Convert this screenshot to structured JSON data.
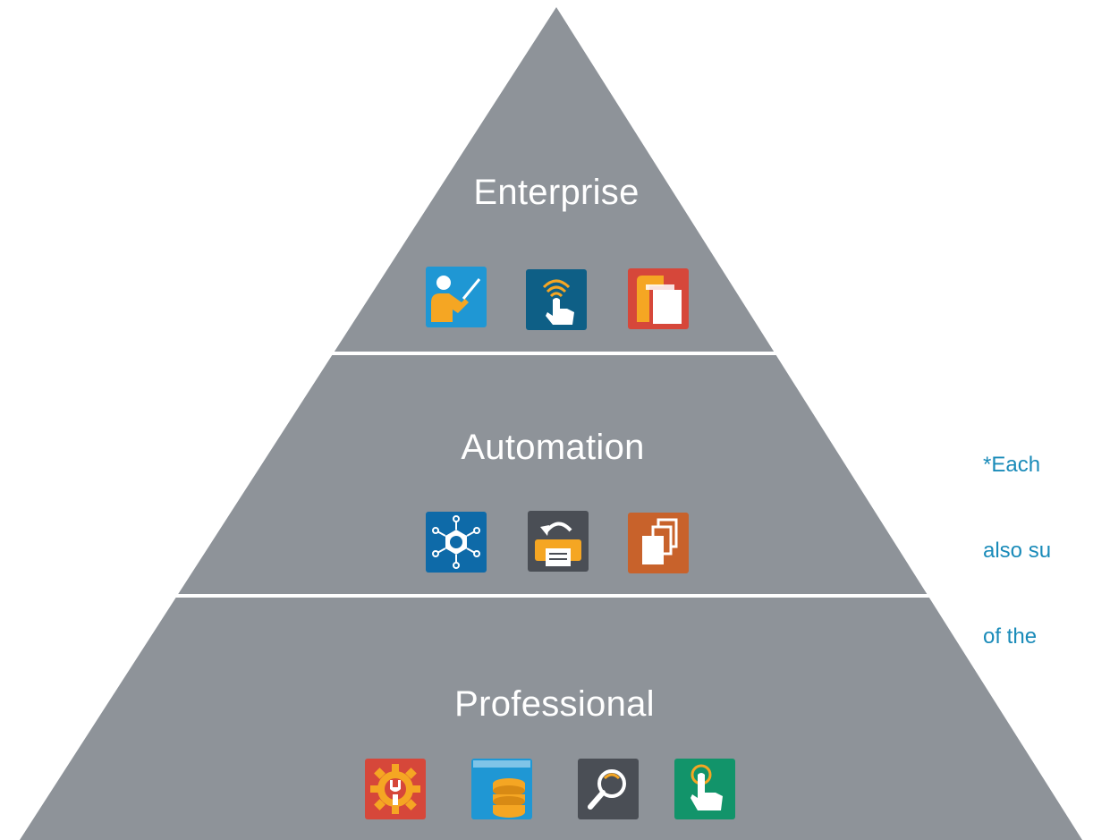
{
  "tiers": [
    {
      "label": "Enterprise",
      "icons": [
        "presenter-icon",
        "touch-signal-icon",
        "document-stack-icon"
      ]
    },
    {
      "label": "Automation",
      "icons": [
        "network-hub-icon",
        "print-return-icon",
        "copy-pages-icon"
      ]
    },
    {
      "label": "Professional",
      "icons": [
        "settings-wrench-icon",
        "database-icon",
        "search-refresh-icon",
        "touch-tap-icon"
      ]
    }
  ],
  "note": {
    "lines": [
      "*Each",
      "also su",
      "of the"
    ]
  },
  "colors": {
    "pyramid": "#8e9399",
    "divider": "#ffffff",
    "note_text": "#1a8bb9",
    "icon_blue": "#1f97d4",
    "icon_navy": "#0e5f86",
    "icon_red": "#d6473a",
    "icon_orange": "#c8622b",
    "icon_darkgray": "#4a4e55",
    "icon_green": "#12946a",
    "accent_orange": "#f5a623"
  }
}
